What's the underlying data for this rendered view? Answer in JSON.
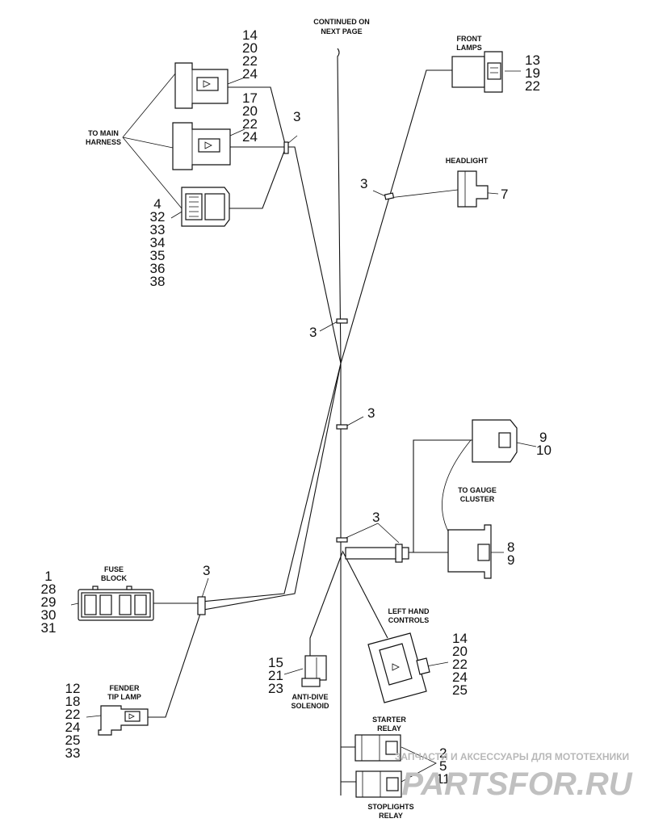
{
  "labels": {
    "continued": [
      "CONTINUED ON",
      "NEXT PAGE"
    ],
    "to_main_harness": [
      "TO MAIN",
      "HARNESS"
    ],
    "front_lamps": [
      "FRONT",
      "LAMPS"
    ],
    "headlight": "HEADLIGHT",
    "to_gauge_cluster": [
      "TO GAUGE",
      "CLUSTER"
    ],
    "fuse_block": [
      "FUSE",
      "BLOCK"
    ],
    "left_hand_controls": [
      "LEFT HAND",
      "CONTROLS"
    ],
    "anti_dive_solenoid": [
      "ANTI-DIVE",
      "SOLENOID"
    ],
    "fender_tip_lamp": [
      "FENDER",
      "TIP LAMP"
    ],
    "starter_relay": [
      "STARTER",
      "RELAY"
    ],
    "stoplights_relay": [
      "STOPLIGHTS",
      "RELAY"
    ]
  },
  "callouts": {
    "main_connector_1": [
      "14",
      "20",
      "22",
      "24"
    ],
    "main_connector_2": [
      "17",
      "20",
      "22",
      "24"
    ],
    "main_connector_3": [
      "4",
      "32",
      "33",
      "34",
      "35",
      "36",
      "38"
    ],
    "front_lamps": [
      "13",
      "19",
      "22"
    ],
    "headlight": "7",
    "gauge_upper": [
      "9",
      "10"
    ],
    "gauge_lower": [
      "8",
      "9"
    ],
    "fuse_block": [
      "1",
      "28",
      "29",
      "30",
      "31"
    ],
    "left_hand_controls": [
      "14",
      "20",
      "22",
      "24",
      "25"
    ],
    "anti_dive": [
      "15",
      "21",
      "23"
    ],
    "fender_tip_lamp": [
      "12",
      "18",
      "22",
      "24",
      "25",
      "33"
    ],
    "relays": [
      "2",
      "5",
      "11"
    ],
    "tie_strap": "3"
  },
  "watermark": {
    "text": "ЗАПЧАСТИ И АКСЕССУАРЫ ДЛЯ МОТОТЕХНИКИ",
    "logo": "PARTSFOR.RU"
  }
}
